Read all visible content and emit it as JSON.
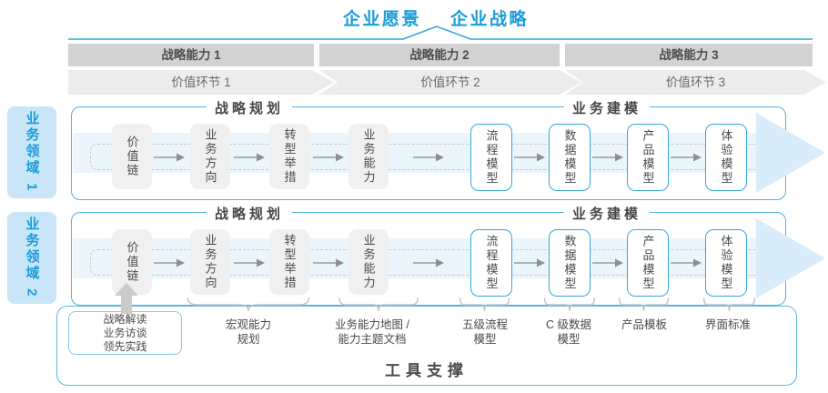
{
  "header": {
    "vision": "企业愿景",
    "strategy": "企业战略"
  },
  "capability_bars": [
    "战略能力 1",
    "战略能力 2",
    "战略能力 3"
  ],
  "value_links": [
    "价值环节 1",
    "价值环节 2",
    "价值环节 3"
  ],
  "domains": [
    "业务领域 1",
    "业务领域 2"
  ],
  "pipeline": {
    "planning_label": "战略规划",
    "modeling_label": "业务建模",
    "boxes": [
      {
        "label": "价值链"
      },
      {
        "label": "业务方向"
      },
      {
        "label": "转型举措"
      },
      {
        "label": "业务能力"
      },
      {
        "label": "流程模型"
      },
      {
        "label": "数据模型"
      },
      {
        "label": "产品模型"
      },
      {
        "label": "体验模型"
      }
    ]
  },
  "annotations": {
    "callout_box": "战略解读\n业务访谈\n领先实践",
    "items": [
      "宏观能力\n规划",
      "业务能力地图 /\n能力主题文档",
      "五级流程\n模型",
      "C 级数据\n模型",
      "产品模板",
      "界面标准"
    ]
  },
  "footer": {
    "tool_support": "工具支撑"
  },
  "colors": {
    "accent_blue": "#1B9CD9",
    "domain_fill": "#C8E6F8",
    "container_border": "#4FAEDE",
    "pale_stripe": "#EAF5FC",
    "arrow_fill": "#D9ECF9",
    "bar_gray": "#D2D2D2",
    "chevron_gray": "#ECECEC",
    "box_gray": "#F0F0F0",
    "text_dark": "#4A4A4A"
  }
}
